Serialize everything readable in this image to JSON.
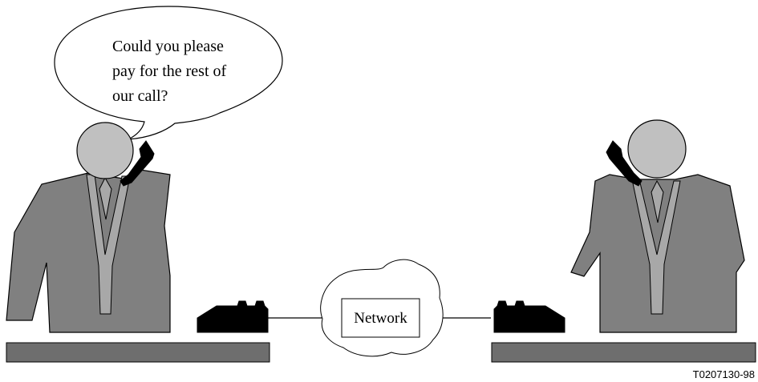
{
  "speech_bubble": {
    "lines": [
      "Could you please",
      "pay for the rest of",
      "our call?"
    ]
  },
  "network": {
    "label": "Network"
  },
  "reference_code": "T0207130-98",
  "colors": {
    "head": "#c0c0c0",
    "body": "#808080",
    "tie": "#a8a8a8",
    "desk": "#6e6e6e",
    "phone": "#000000",
    "outline": "#000000"
  },
  "icons": [
    "person-left-icon",
    "person-right-icon",
    "handset-icon",
    "telephone-icon",
    "cloud-icon",
    "speech-bubble-icon"
  ]
}
